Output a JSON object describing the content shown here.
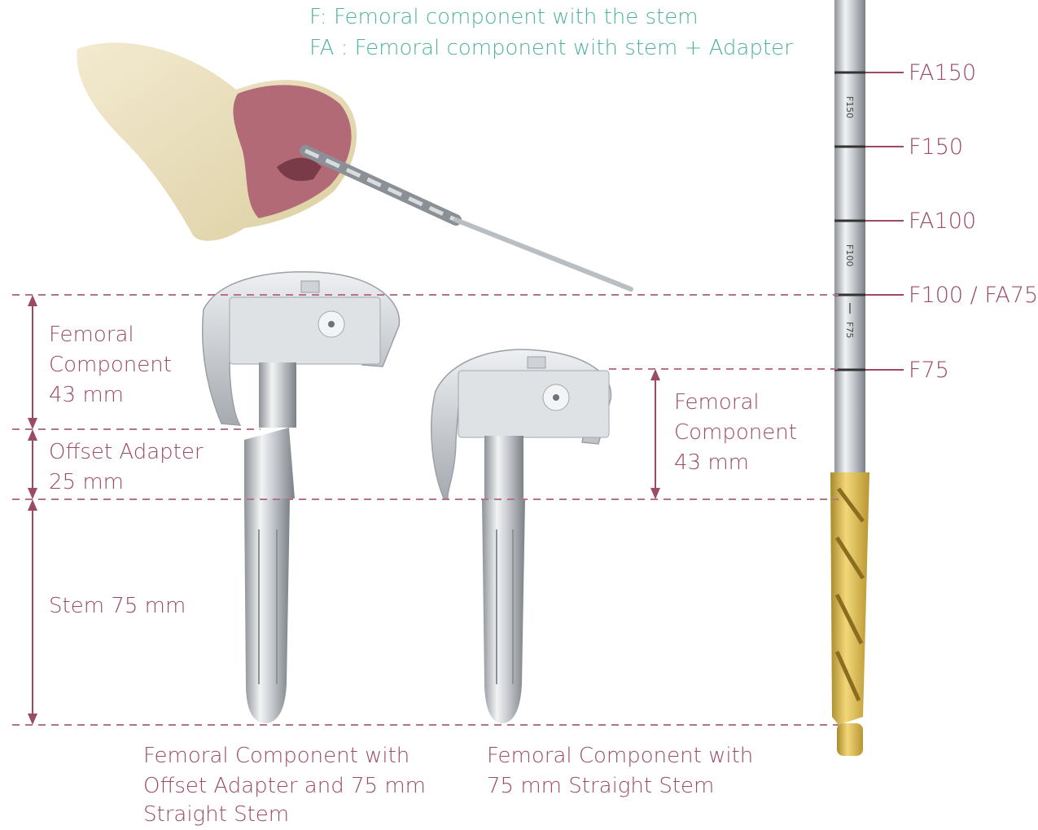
{
  "legend": {
    "line_f": "F: Femoral component with the stem",
    "line_fa": "FA : Femoral component with stem + Adapter"
  },
  "drill_marks": [
    "FA150",
    "F150",
    "FA100",
    "F100 / FA75",
    "F75"
  ],
  "drill_engravings": [
    "F150",
    "F100",
    "F75"
  ],
  "left_dims": {
    "femoral": [
      "Femoral",
      "Component",
      "43 mm"
    ],
    "adapter": [
      "Offset Adapter",
      "25 mm"
    ],
    "stem": "Stem 75 mm"
  },
  "right_dim": [
    "Femoral",
    "Component",
    "43 mm"
  ],
  "captions": {
    "left": [
      "Femoral Component with",
      "Offset Adapter and 75 mm",
      "Straight Stem"
    ],
    "right": [
      "Femoral Component with",
      "75 mm Straight Stem"
    ]
  },
  "colors": {
    "legend": "#4fb39a",
    "dimension": "#9b4a68",
    "drill_gold": "#d8b245",
    "metal": "#c9cdd1"
  }
}
